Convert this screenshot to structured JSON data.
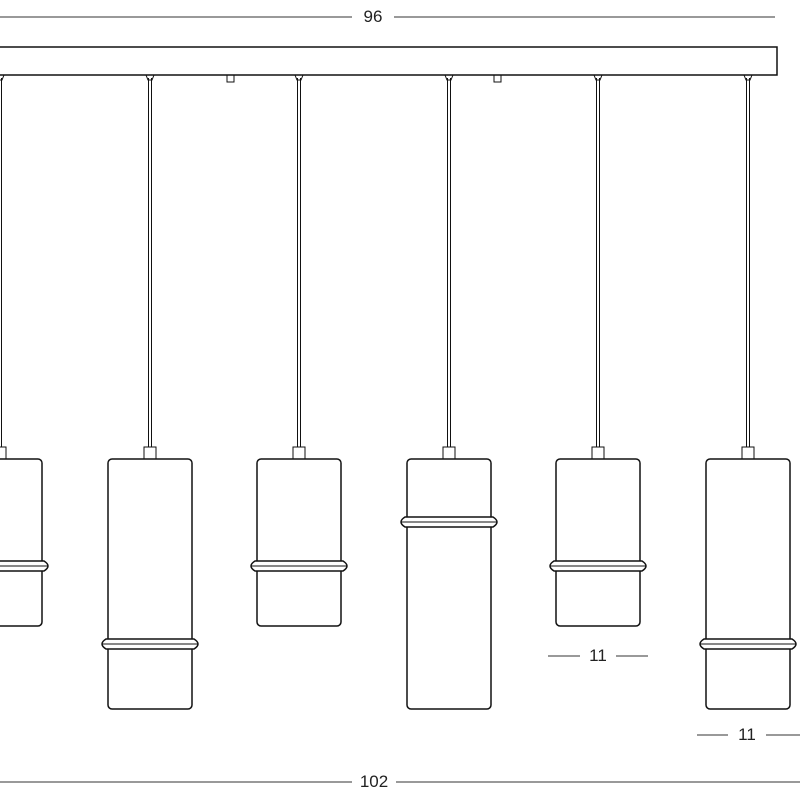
{
  "dimensions": {
    "canopy_width": "96",
    "overall_width": "102",
    "shade_diameter_a": "11",
    "shade_diameter_b": "11"
  },
  "colors": {
    "line": "#111111",
    "dim_line": "#333333",
    "background": "#ffffff"
  }
}
